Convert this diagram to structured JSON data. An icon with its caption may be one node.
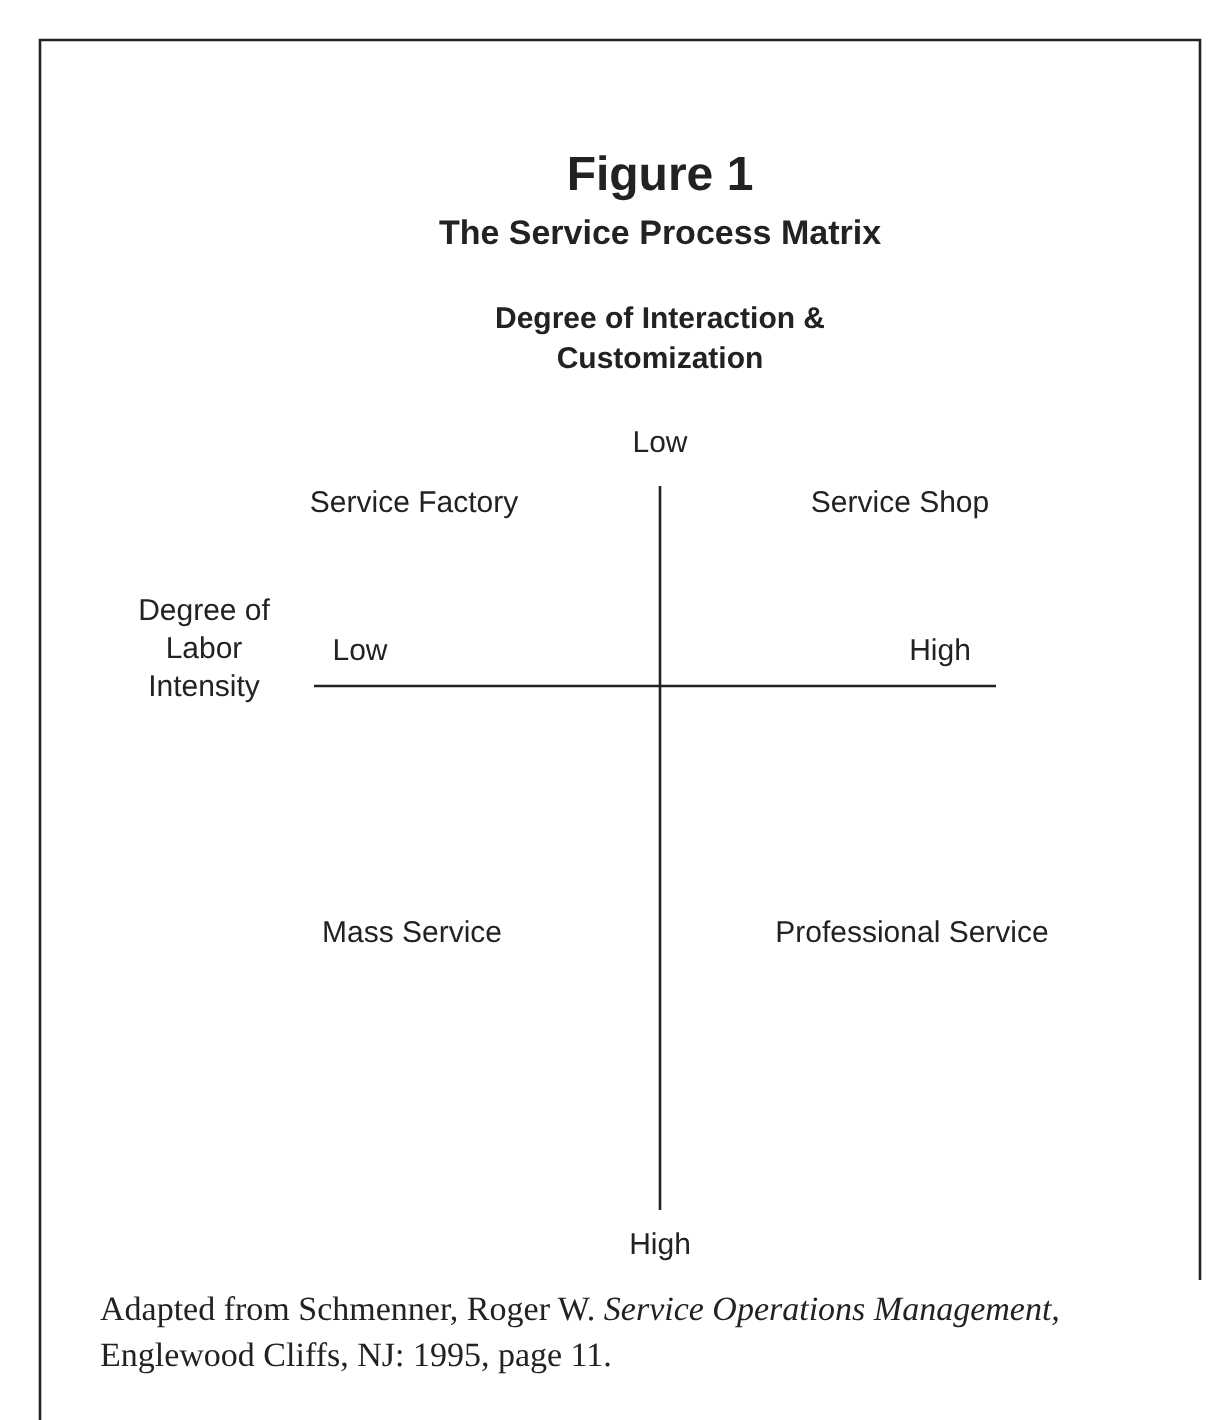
{
  "diagram": {
    "title": "Figure 1",
    "caption": "Adapted from Schmenner, Roger W. *Service Operations Management,* Englewood Cliffs, NJ: 1995, page 11.",
    "labels": [
      "The Service Process Matrix",
      "Degree of Interaction & Customization",
      "Low",
      "Service Factory",
      "Service Shop",
      "Degree of Labor Intensity",
      "Low",
      "High",
      "Mass Service",
      "Professional Service",
      "High"
    ]
  }
}
